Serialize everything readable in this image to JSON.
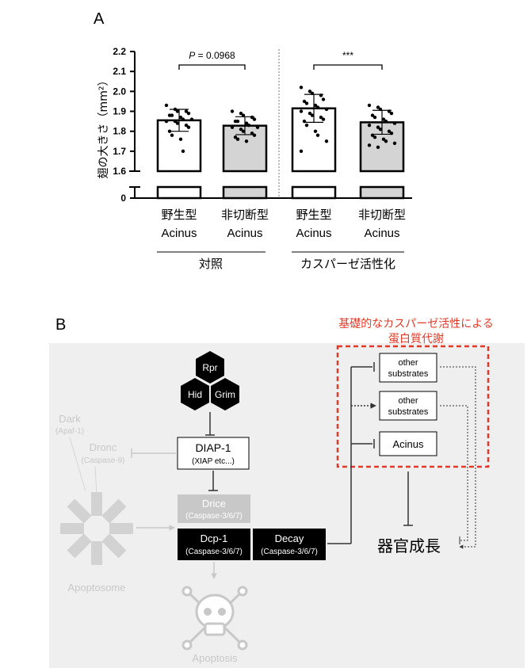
{
  "panel_a": {
    "label": "A",
    "chart_data": {
      "type": "bar",
      "ylabel": "翅の大きさ（mm²）",
      "ylim": [
        1.6,
        2.2
      ],
      "broken_axis_from": 0,
      "yticks": [
        "0",
        "1.6",
        "1.7",
        "1.8",
        "1.9",
        "2.0",
        "2.1",
        "2.2"
      ],
      "groups": [
        {
          "name": "対照",
          "categories": [
            "野生型\nAcinus",
            "非切断型\nAcinus"
          ]
        },
        {
          "name": "カスパーゼ活性化",
          "categories": [
            "野生型\nAcinus",
            "非切断型\nAcinus"
          ]
        }
      ],
      "categories": [
        "野生型 Acinus",
        "非切断型 Acinus",
        "野生型 Acinus",
        "非切断型 Acinus"
      ],
      "values": [
        1.855,
        1.828,
        1.915,
        1.845
      ],
      "sd": [
        0.055,
        0.045,
        0.07,
        0.06
      ],
      "bar_colors": [
        "#ffffff",
        "#d4d4d4",
        "#ffffff",
        "#d4d4d4"
      ],
      "points": [
        [
          1.93,
          1.91,
          1.9,
          1.9,
          1.89,
          1.88,
          1.88,
          1.87,
          1.86,
          1.86,
          1.85,
          1.85,
          1.84,
          1.83,
          1.82,
          1.8,
          1.78,
          1.76,
          1.7
        ],
        [
          1.9,
          1.89,
          1.88,
          1.87,
          1.86,
          1.85,
          1.85,
          1.84,
          1.83,
          1.82,
          1.82,
          1.81,
          1.8,
          1.79,
          1.78,
          1.77,
          1.76,
          1.75
        ],
        [
          2.02,
          2.0,
          1.99,
          1.98,
          1.96,
          1.95,
          1.94,
          1.93,
          1.92,
          1.91,
          1.9,
          1.89,
          1.88,
          1.87,
          1.86,
          1.85,
          1.83,
          1.8,
          1.78,
          1.75,
          1.7
        ],
        [
          1.93,
          1.92,
          1.91,
          1.9,
          1.89,
          1.88,
          1.87,
          1.86,
          1.85,
          1.84,
          1.83,
          1.82,
          1.81,
          1.8,
          1.79,
          1.78,
          1.77,
          1.76,
          1.75,
          1.74,
          1.73,
          1.72
        ]
      ],
      "annotations": [
        {
          "text_prefix": "P",
          "text": " = 0.0968",
          "between": [
            0,
            1
          ]
        },
        {
          "text": "***",
          "between": [
            2,
            3
          ]
        }
      ]
    }
  },
  "panel_b": {
    "label": "B",
    "red_title_line1": "基礎的なカスパーゼ活性による",
    "red_title_line2": "蛋白質代謝",
    "rpr": "Rpr",
    "hid": "Hid",
    "grim": "Grim",
    "diap_main": "DIAP-1",
    "diap_sub": "(XIAP etc...)",
    "drice_main": "Drice",
    "drice_sub": "(Caspase-3/6/7)",
    "dcp_main": "Dcp-1",
    "dcp_sub": "(Caspase-3/6/7)",
    "decay_main": "Decay",
    "decay_sub": "(Caspase-3/6/7)",
    "dark_main": "Dark",
    "dark_sub": "(Apaf-1)",
    "dronc_main": "Dronc",
    "dronc_sub": "(Caspase-9)",
    "apoptosome": "Apoptosome",
    "apoptosis": "Apoptosis",
    "other1_l1": "other",
    "other1_l2": "substrates",
    "other2_l1": "other",
    "other2_l2": "substrates",
    "acinus": "Acinus",
    "organ_growth": "器官成長"
  }
}
